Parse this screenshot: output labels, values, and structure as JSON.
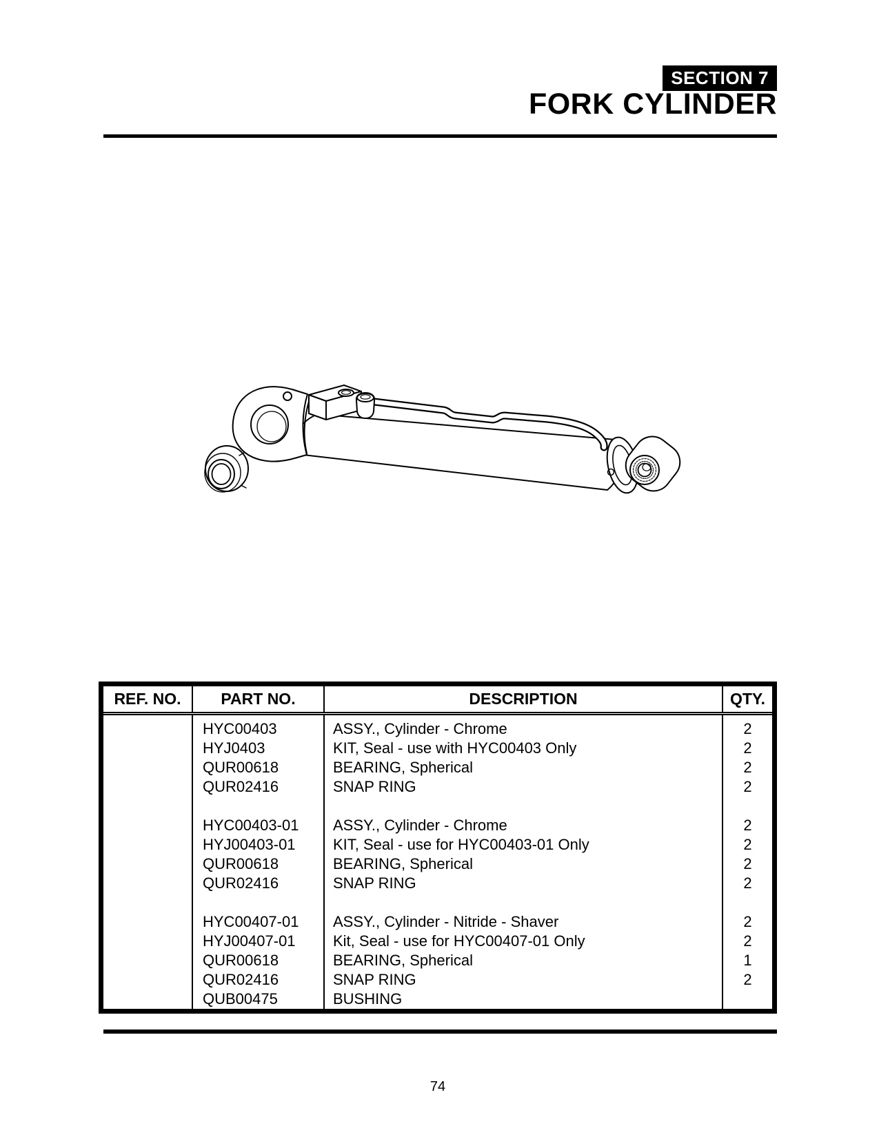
{
  "colors": {
    "ink": "#000000",
    "paper": "#ffffff"
  },
  "header": {
    "section_badge": "SECTION 7",
    "title": "FORK CYLINDER"
  },
  "illustration": {
    "name": "fork-cylinder-exploded-drawing",
    "components": [
      "spherical-bearing-ring",
      "rod-eye",
      "grease-fitting",
      "port-block",
      "hose-fitting",
      "hydraulic-tube",
      "cylinder-barrel",
      "gland-collar",
      "butt-eye-spherical-bearing"
    ]
  },
  "table": {
    "headers": [
      "REF. NO.",
      "PART NO.",
      "DESCRIPTION",
      "QTY."
    ],
    "rows": [
      {
        "ref": "",
        "part": "HYC00403",
        "desc": "ASSY., Cylinder - Chrome",
        "qty": "2"
      },
      {
        "ref": "",
        "part": "HYJ0403",
        "desc": "KIT, Seal - use with HYC00403 Only",
        "qty": "2"
      },
      {
        "ref": "",
        "part": "QUR00618",
        "desc": "BEARING, Spherical",
        "qty": "2"
      },
      {
        "ref": "",
        "part": "QUR02416",
        "desc": "SNAP RING",
        "qty": "2"
      },
      {
        "ref": "",
        "part": "",
        "desc": "",
        "qty": ""
      },
      {
        "ref": "",
        "part": "HYC00403-01",
        "desc": "ASSY., Cylinder - Chrome",
        "qty": "2"
      },
      {
        "ref": "",
        "part": "HYJ00403-01",
        "desc": "KIT, Seal - use for HYC00403-01 Only",
        "qty": "2"
      },
      {
        "ref": "",
        "part": "QUR00618",
        "desc": "BEARING, Spherical",
        "qty": "2"
      },
      {
        "ref": "",
        "part": "QUR02416",
        "desc": "SNAP RING",
        "qty": "2"
      },
      {
        "ref": "",
        "part": "",
        "desc": "",
        "qty": ""
      },
      {
        "ref": "",
        "part": "HYC00407-01",
        "desc": "ASSY., Cylinder - Nitride - Shaver",
        "qty": "2"
      },
      {
        "ref": "",
        "part": "HYJ00407-01",
        "desc": "Kit, Seal - use for HYC00407-01 Only",
        "qty": "2"
      },
      {
        "ref": "",
        "part": "QUR00618",
        "desc": "BEARING, Spherical",
        "qty": "1"
      },
      {
        "ref": "",
        "part": "QUR02416",
        "desc": "SNAP RING",
        "qty": "2"
      },
      {
        "ref": "",
        "part": "QUB00475",
        "desc": "BUSHING",
        "qty": ""
      }
    ]
  },
  "footer": {
    "page_number": "74"
  }
}
